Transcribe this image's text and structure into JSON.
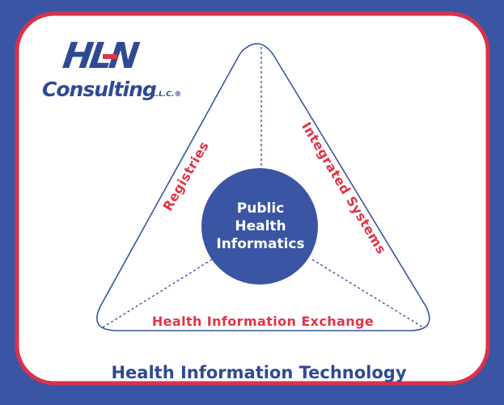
{
  "logo": {
    "wordmark": "HLN",
    "name": "Consulting",
    "suffix": "L.L.C.®"
  },
  "diagram": {
    "center_label_lines": [
      "Public",
      "Health",
      "Informatics"
    ],
    "left_side_label": "Registries",
    "right_side_label": "Integrated Systems",
    "bottom_side_label": "Health Information Exchange"
  },
  "footer": {
    "caption": "Health Information Technology"
  },
  "colors": {
    "background": "#3a55a4",
    "border": "#d8324a",
    "card": "#ffffff",
    "accent_blue": "#3a55a4",
    "label_red": "#e03448",
    "text_dark_blue": "#2f4a93"
  }
}
